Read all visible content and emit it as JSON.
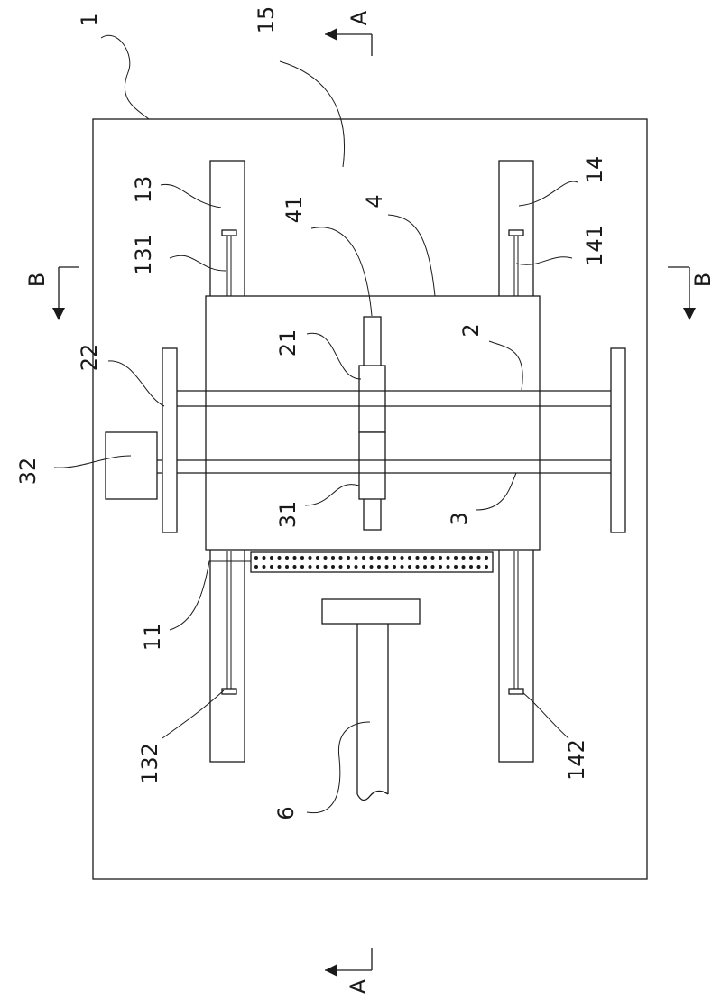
{
  "labels": {
    "l1": "1",
    "l15": "15",
    "l13": "13",
    "l14": "14",
    "l131": "131",
    "l141": "141",
    "l41": "41",
    "l4": "4",
    "l21": "21",
    "l2": "2",
    "l22": "22",
    "l32": "32",
    "l31": "31",
    "l3": "3",
    "l11": "11",
    "l132": "132",
    "l142": "142",
    "l6": "6"
  },
  "section_marks": {
    "a_top": "A",
    "a_bottom": "A",
    "b_left": "B",
    "b_right": "B"
  }
}
